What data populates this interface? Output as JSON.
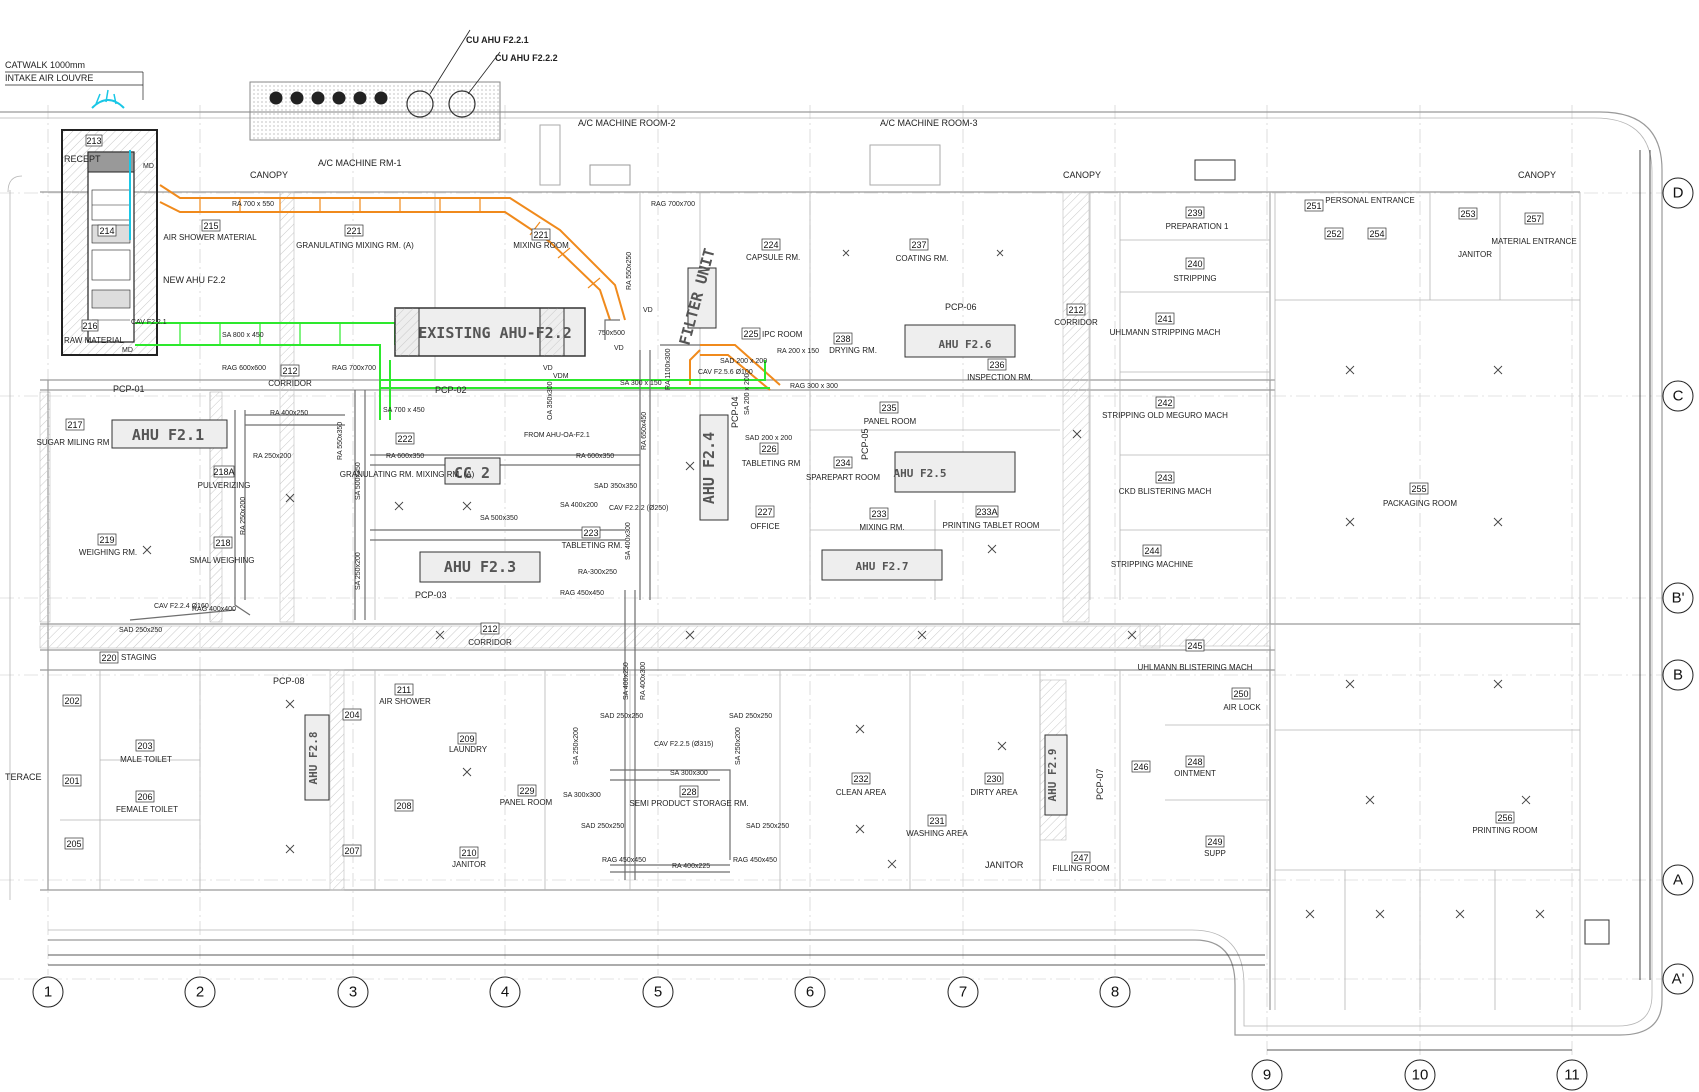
{
  "colors": {
    "supply": "#2de82d",
    "return": "#f08a1c",
    "existing": "#6f6f6f",
    "wall": "#9a9a9a"
  },
  "top_notes": [
    {
      "t": "CATWALK 1000mm"
    },
    {
      "t": "INTAKE AIR LOUVRE"
    },
    {
      "t": "CU AHU F2.2.1"
    },
    {
      "t": "CU AHU F2.2.2"
    }
  ],
  "grid_cols": [
    {
      "t": "1"
    },
    {
      "t": "2"
    },
    {
      "t": "3"
    },
    {
      "t": "4"
    },
    {
      "t": "5"
    },
    {
      "t": "6"
    },
    {
      "t": "7"
    },
    {
      "t": "8"
    },
    {
      "t": "9"
    },
    {
      "t": "10"
    },
    {
      "t": "11"
    }
  ],
  "grid_rows": [
    {
      "t": "D"
    },
    {
      "t": "C"
    },
    {
      "t": "B'"
    },
    {
      "t": "B"
    },
    {
      "t": "A"
    },
    {
      "t": "A'"
    }
  ],
  "rooms": [
    {
      "n": "213",
      "name": "RECEPT"
    },
    {
      "n": "215",
      "name": "AIR SHOWER MATERIAL"
    },
    {
      "n": "214",
      "name": ""
    },
    {
      "n": "216",
      "name": "RAW MATERIAL"
    },
    {
      "n": "221",
      "name": "GRANULATING MIXING RM. (A)"
    },
    {
      "n": "221",
      "name": "MIXING ROOM"
    },
    {
      "n": "224",
      "name": "CAPSULE RM."
    },
    {
      "n": "237",
      "name": "COATING RM."
    },
    {
      "n": "239",
      "name": "PREPARATION 1"
    },
    {
      "n": "240",
      "name": "STRIPPING"
    },
    {
      "n": "241",
      "name": "UHLMANN STRIPPING MACH"
    },
    {
      "n": "242",
      "name": "STRIPPING OLD MEGURO MACH"
    },
    {
      "n": "243",
      "name": "CKD BLISTERING MACH"
    },
    {
      "n": "244",
      "name": "STRIPPING MACHINE"
    },
    {
      "n": "245",
      "name": "UHLMANN BLISTERING MACH"
    },
    {
      "n": "251",
      "name": "PERSONAL ENTRANCE"
    },
    {
      "n": "252",
      "name": ""
    },
    {
      "n": "254",
      "name": ""
    },
    {
      "n": "253",
      "name": "JANITOR"
    },
    {
      "n": "257",
      "name": "MATERIAL ENTRANCE"
    },
    {
      "n": "255",
      "name": "PACKAGING ROOM"
    },
    {
      "n": "212",
      "name": "CORRIDOR"
    },
    {
      "n": "212",
      "name": "CORRIDOR"
    },
    {
      "n": "212",
      "name": "CORRIDOR"
    },
    {
      "n": "217",
      "name": "SUGAR MILING RM"
    },
    {
      "n": "218A",
      "name": "PULVERIZING"
    },
    {
      "n": "218",
      "name": "SMAL WEIGHING"
    },
    {
      "n": "219",
      "name": "WEIGHING RM."
    },
    {
      "n": "220",
      "name": "STAGING"
    },
    {
      "n": "222",
      "name": "GRANULATING RM. MIXING RM. (A)"
    },
    {
      "n": "223",
      "name": "TABLETING RM."
    },
    {
      "n": "225",
      "name": "IPC ROOM"
    },
    {
      "n": "226",
      "name": "TABLETING RM"
    },
    {
      "n": "227",
      "name": "OFFICE"
    },
    {
      "n": "238",
      "name": "DRYING RM."
    },
    {
      "n": "236",
      "name": "INSPECTION RM."
    },
    {
      "n": "235",
      "name": "PANEL ROOM"
    },
    {
      "n": "234",
      "name": "SPAREPART ROOM"
    },
    {
      "n": "233",
      "name": "MIXING RM."
    },
    {
      "n": "233A",
      "name": "PRINTING TABLET ROOM"
    },
    {
      "n": "202",
      "name": ""
    },
    {
      "n": "203",
      "name": "MALE TOILET"
    },
    {
      "n": "201",
      "name": ""
    },
    {
      "n": "206",
      "name": "FEMALE TOILET"
    },
    {
      "n": "205",
      "name": ""
    },
    {
      "n": "204",
      "name": ""
    },
    {
      "n": "211",
      "name": "AIR SHOWER"
    },
    {
      "n": "209",
      "name": "LAUNDRY"
    },
    {
      "n": "208",
      "name": ""
    },
    {
      "n": "207",
      "name": ""
    },
    {
      "n": "210",
      "name": "JANITOR"
    },
    {
      "n": "229",
      "name": "PANEL ROOM"
    },
    {
      "n": "228",
      "name": "SEMI PRODUCT STORAGE RM."
    },
    {
      "n": "232",
      "name": "CLEAN AREA"
    },
    {
      "n": "230",
      "name": "DIRTY AREA"
    },
    {
      "n": "231",
      "name": "WASHING AREA"
    },
    {
      "n": "247",
      "name": "FILLING ROOM"
    },
    {
      "n": "246",
      "name": ""
    },
    {
      "n": "248",
      "name": "OINTMENT"
    },
    {
      "n": "249",
      "name": "SUPP"
    },
    {
      "n": "250",
      "name": "AIR LOCK"
    },
    {
      "n": "256",
      "name": "PRINTING ROOM"
    }
  ],
  "plain_labels": [
    {
      "t": "CANOPY"
    },
    {
      "t": "CANOPY"
    },
    {
      "t": "CANOPY"
    },
    {
      "t": "A/C MACHINE RM-1"
    },
    {
      "t": "A/C MACHINE ROOM-2"
    },
    {
      "t": "A/C MACHINE ROOM-3"
    },
    {
      "t": "TERACE"
    },
    {
      "t": "JANITOR"
    },
    {
      "t": "NEW AHU F2.2"
    },
    {
      "t": "PCP-01"
    },
    {
      "t": "PCP-02"
    },
    {
      "t": "PCP-03"
    },
    {
      "t": "PCP-04"
    },
    {
      "t": "PCP-05"
    },
    {
      "t": "PCP-06"
    },
    {
      "t": "PCP-07"
    },
    {
      "t": "PCP-08"
    },
    {
      "t": "FROM AHU-OA-F2.1"
    },
    {
      "t": "VD"
    },
    {
      "t": "MD"
    },
    {
      "t": "MD"
    },
    {
      "t": "VD"
    }
  ],
  "equipment": [
    {
      "t": "EXISTING AHU-F2.2"
    },
    {
      "t": "FILTER UNIT"
    },
    {
      "t": "AHU F2.1"
    },
    {
      "t": "AHU F2.3"
    },
    {
      "t": "CC 2"
    },
    {
      "t": "AHU F2.4"
    },
    {
      "t": "AHU F2.5"
    },
    {
      "t": "AHU F2.6"
    },
    {
      "t": "AHU F2.7"
    },
    {
      "t": "AHU F2.8"
    },
    {
      "t": "AHU F2.9"
    }
  ],
  "ducts": [
    {
      "t": "RA 700 x 550"
    },
    {
      "t": "SA 800 x 450"
    },
    {
      "t": "CAV F2.2.1"
    },
    {
      "t": "RAG 700x700"
    },
    {
      "t": "RA 550x250"
    },
    {
      "t": "750x500"
    },
    {
      "t": "RAG 600x600"
    },
    {
      "t": "RAG 700x700"
    },
    {
      "t": "RA 400x250"
    },
    {
      "t": "RA 250x200"
    },
    {
      "t": "SA 700 x 450"
    },
    {
      "t": "SA 300 x 150"
    },
    {
      "t": "OA 350x300"
    },
    {
      "t": "RA 1100x300"
    },
    {
      "t": "RA 600x350"
    },
    {
      "t": "RA 600x350"
    },
    {
      "t": "SA 500x350"
    },
    {
      "t": "SA 500x350"
    },
    {
      "t": "SA 250x200"
    },
    {
      "t": "RA 550x350"
    },
    {
      "t": "RA 650x450"
    },
    {
      "t": "SAD 350x350"
    },
    {
      "t": "SA 400x200"
    },
    {
      "t": "CAV F2.2.2 (Ø250)"
    },
    {
      "t": "SA 400x300"
    },
    {
      "t": "RA-300x250"
    },
    {
      "t": "RAG 450x450"
    },
    {
      "t": "CAV F2.2.4 Ø160"
    },
    {
      "t": "RAG 400x400"
    },
    {
      "t": "SAD 250x250"
    },
    {
      "t": "RA 250x200"
    },
    {
      "t": "SAD 200 x 200"
    },
    {
      "t": "CAV F2.5.6 Ø100"
    },
    {
      "t": "RA 200 x 150"
    },
    {
      "t": "RAG 300 x 300"
    },
    {
      "t": "SA 200 x 200"
    },
    {
      "t": "SAD 200 x 200"
    },
    {
      "t": "SA 400x250"
    },
    {
      "t": "RA 400x300"
    },
    {
      "t": "SAD 250x250"
    },
    {
      "t": "SAD 250x250"
    },
    {
      "t": "CAV F2.2.5 (Ø315)"
    },
    {
      "t": "SA 250x200"
    },
    {
      "t": "SA 300x300"
    },
    {
      "t": "SA 300x300"
    },
    {
      "t": "SA 250x200"
    },
    {
      "t": "SAD 250x250"
    },
    {
      "t": "SAD 250x250"
    },
    {
      "t": "RAG 450x450"
    },
    {
      "t": "RA 400x225"
    },
    {
      "t": "RAG 450x450"
    },
    {
      "t": "VD"
    },
    {
      "t": "VDM"
    }
  ]
}
